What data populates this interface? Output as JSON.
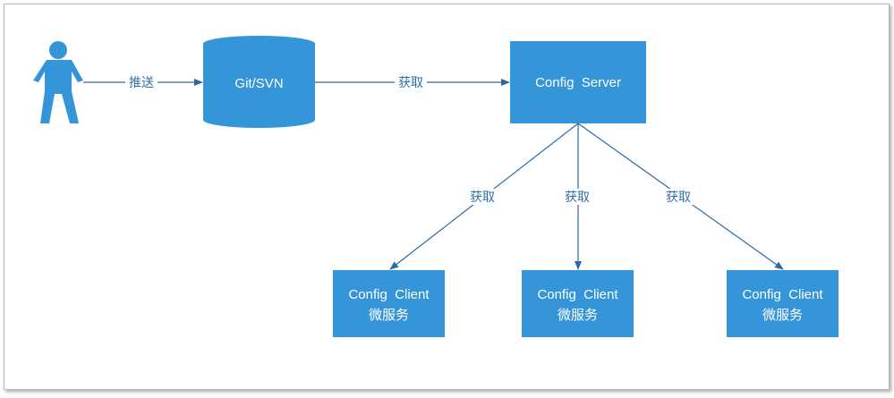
{
  "colors": {
    "node_fill": "#3595d9",
    "edge": "#2c6aa3",
    "label_text": "#2f6fa8",
    "frame_border": "#b9b9b9"
  },
  "nodes": {
    "user": {
      "icon": "person-icon"
    },
    "repo": {
      "label": "Git/SVN"
    },
    "server": {
      "label": "Config  Server"
    },
    "clients": [
      {
        "line1": "Config  Client",
        "line2": "微服务"
      },
      {
        "line1": "Config  Client",
        "line2": "微服务"
      },
      {
        "line1": "Config  Client",
        "line2": "微服务"
      }
    ]
  },
  "edges": {
    "push_label": "推送",
    "fetch_repo_label": "获取",
    "fetch_client_labels": [
      "获取",
      "获取",
      "获取"
    ]
  }
}
